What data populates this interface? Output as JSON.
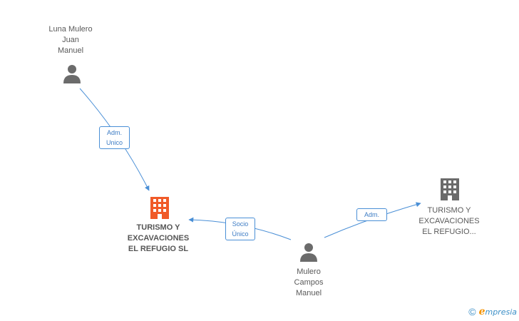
{
  "nodes": {
    "person_luna": {
      "label": "Luna Mulero\nJuan\nManuel",
      "icon": "person-icon",
      "color": "#6b6b6b"
    },
    "company_main": {
      "label": "TURISMO Y\nEXCAVACIONES\nEL REFUGIO SL",
      "icon": "building-icon",
      "color": "#f05a28"
    },
    "person_mulero": {
      "label": "Mulero\nCampos\nManuel",
      "icon": "person-icon",
      "color": "#6b6b6b"
    },
    "company_other": {
      "label": "TURISMO Y\nEXCAVACIONES\nEL REFUGIO...",
      "icon": "building-icon",
      "color": "#6b6b6b"
    }
  },
  "edges": {
    "luna_to_main": {
      "label": "Adm.\nUnico"
    },
    "mulero_to_main": {
      "label": "Socio\nÚnico"
    },
    "mulero_to_other": {
      "label": "Adm."
    }
  },
  "brand": {
    "copyright": "©",
    "e_letter": "e",
    "name": "mpresia"
  },
  "colors": {
    "edge": "#4a8fd6",
    "accent": "#f05a28"
  }
}
